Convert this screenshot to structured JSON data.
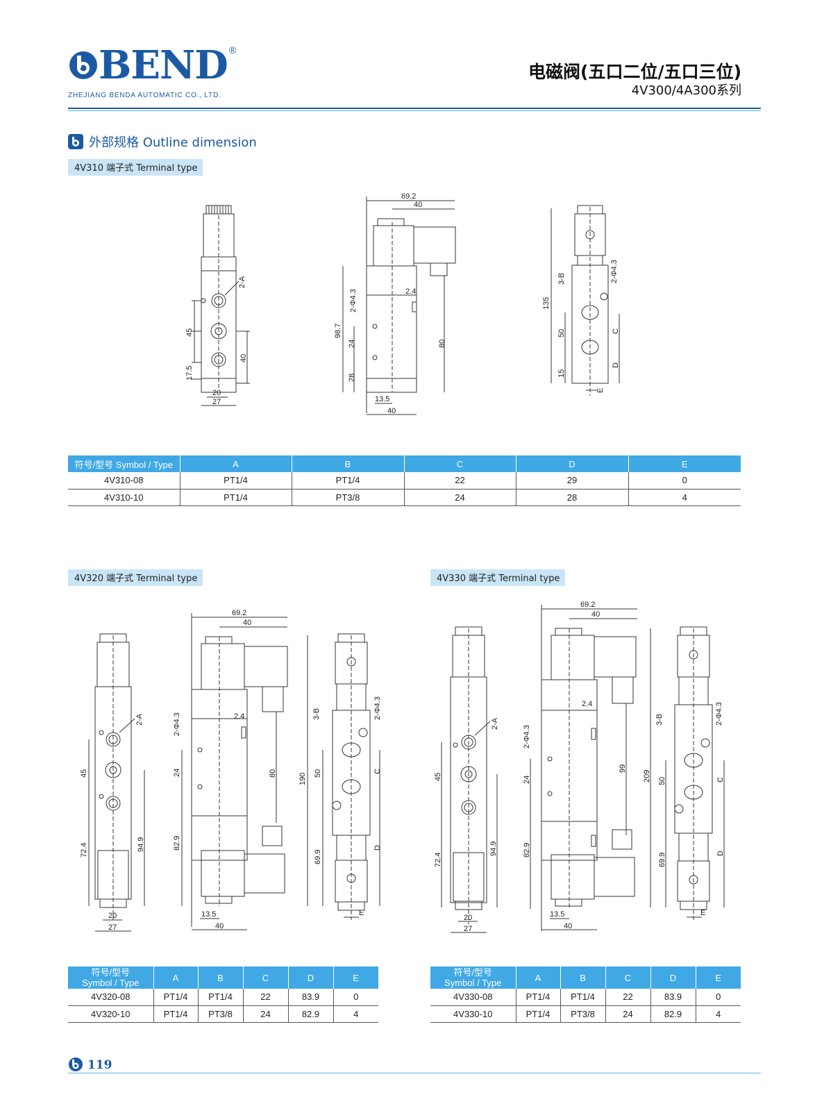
{
  "header": {
    "logo_text": "BEND",
    "registered_mark": "®",
    "company": "ZHEJIANG BENDA AUTOMATIC CO., LTD.",
    "title": "电磁阀(五口二位/五口三位)",
    "subtitle": "4V300/4A300系列"
  },
  "section": {
    "heading": "外部规格 Outline dimension"
  },
  "blocks": [
    {
      "tag": "4V310 端子式 Terminal type",
      "front": {
        "port_label": "2-A",
        "dims": [
          "45",
          "17.5",
          "40",
          "20",
          "27"
        ]
      },
      "side": {
        "dims": [
          "69.2",
          "40",
          "2.4",
          "2-Φ4.3",
          "98.7",
          "24",
          "28",
          "80",
          "13.5",
          "40"
        ]
      },
      "end": {
        "dims": [
          "3-B",
          "2-Φ4.3",
          "135",
          "50",
          "15",
          "C",
          "D",
          "E"
        ]
      },
      "table": {
        "headers": [
          "符号/型号 Symbol / Type",
          "A",
          "B",
          "C",
          "D",
          "E"
        ],
        "rows": [
          [
            "4V310-08",
            "PT1/4",
            "PT1/4",
            "22",
            "29",
            "0"
          ],
          [
            "4V310-10",
            "PT1/4",
            "PT3/8",
            "24",
            "28",
            "4"
          ]
        ]
      }
    },
    {
      "tag": "4V320 端子式 Terminal type",
      "front": {
        "port_label": "2-A",
        "dims": [
          "45",
          "72.4",
          "94.9",
          "20",
          "27"
        ]
      },
      "side": {
        "dims": [
          "69.2",
          "40",
          "2-Φ4.3",
          "2.4",
          "24",
          "82.9",
          "80",
          "13.5",
          "40"
        ]
      },
      "end": {
        "dims": [
          "3-B",
          "2-Φ4.3",
          "190",
          "50",
          "69.9",
          "C",
          "D",
          "E"
        ]
      },
      "table": {
        "headers": [
          "符号/型号",
          "Symbol / Type",
          "A",
          "B",
          "C",
          "D",
          "E"
        ],
        "rows": [
          [
            "4V320-08",
            "PT1/4",
            "PT1/4",
            "22",
            "83.9",
            "0"
          ],
          [
            "4V320-10",
            "PT1/4",
            "PT3/8",
            "24",
            "82.9",
            "4"
          ]
        ]
      }
    },
    {
      "tag": "4V330 端子式 Terminal type",
      "front": {
        "port_label": "2-A",
        "dims": [
          "45",
          "72.4",
          "94.9",
          "20",
          "27"
        ]
      },
      "side": {
        "dims": [
          "69.2",
          "40",
          "2-Φ4.3",
          "2.4",
          "24",
          "82.9",
          "99",
          "13.5",
          "40"
        ]
      },
      "end": {
        "dims": [
          "3-B",
          "2-Φ4.3",
          "209",
          "50",
          "69.9",
          "C",
          "D",
          "E"
        ]
      },
      "table": {
        "headers": [
          "符号/型号",
          "Symbol / Type",
          "A",
          "B",
          "C",
          "D",
          "E"
        ],
        "rows": [
          [
            "4V330-08",
            "PT1/4",
            "PT1/4",
            "22",
            "83.9",
            "0"
          ],
          [
            "4V330-10",
            "PT1/4",
            "PT3/8",
            "24",
            "82.9",
            "4"
          ]
        ]
      }
    }
  ],
  "footer": {
    "page_number": "119"
  },
  "colors": {
    "brand_blue": "#1b5aa3",
    "table_header": "#3fa8e5",
    "tag_bg": "#c9e5f7"
  }
}
